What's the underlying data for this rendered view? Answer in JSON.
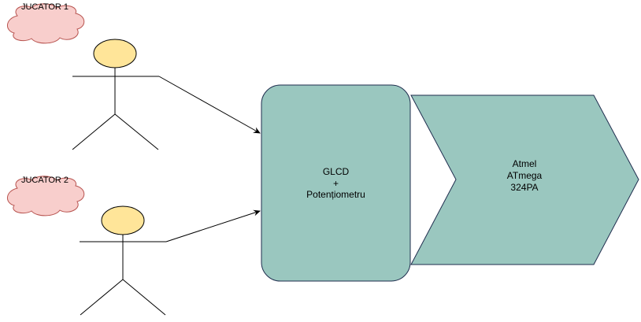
{
  "diagram": {
    "players": [
      {
        "label": "JUCATOR 1"
      },
      {
        "label": "JUCATOR 2"
      }
    ],
    "glcd_box": {
      "lines": [
        "GLCD",
        "+",
        "Potențiometru"
      ]
    },
    "mcu_chevron": {
      "lines": [
        "Atmel",
        "ATmega",
        "324PA"
      ]
    },
    "colors": {
      "cloud_fill": "#f8cecc",
      "cloud_stroke": "#b85450",
      "head_fill": "#ffe599",
      "head_stroke": "#000000",
      "shape_fill": "#9ac7bf",
      "shape_stroke": "#1f2d4e",
      "line": "#000000"
    }
  }
}
